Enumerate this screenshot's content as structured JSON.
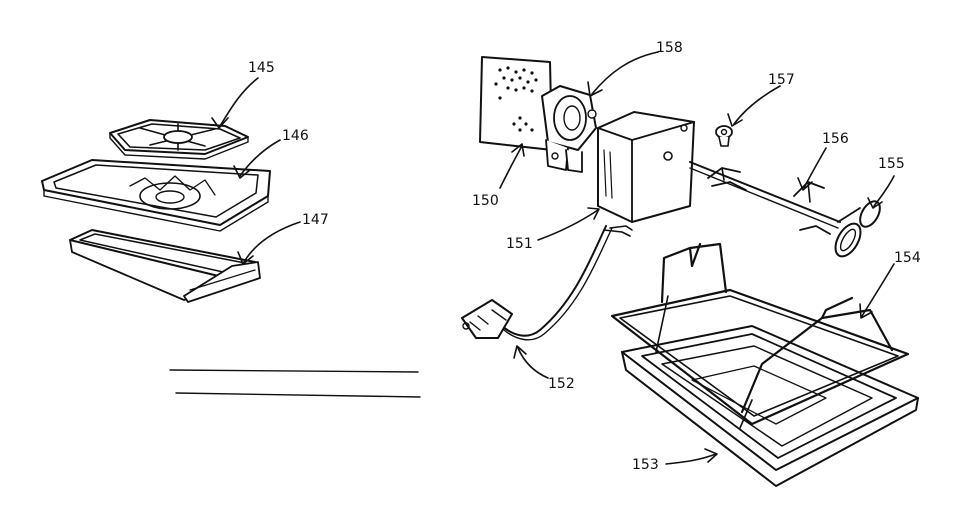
{
  "diagram": {
    "background": "#ffffff",
    "ink_color": "#111111",
    "callouts": {
      "c145": "145",
      "c146": "146",
      "c147": "147",
      "c150": "150",
      "c151": "151",
      "c152": "152",
      "c153": "153",
      "c154": "154",
      "c155": "155",
      "c156": "156",
      "c157": "157",
      "c158": "158"
    }
  }
}
